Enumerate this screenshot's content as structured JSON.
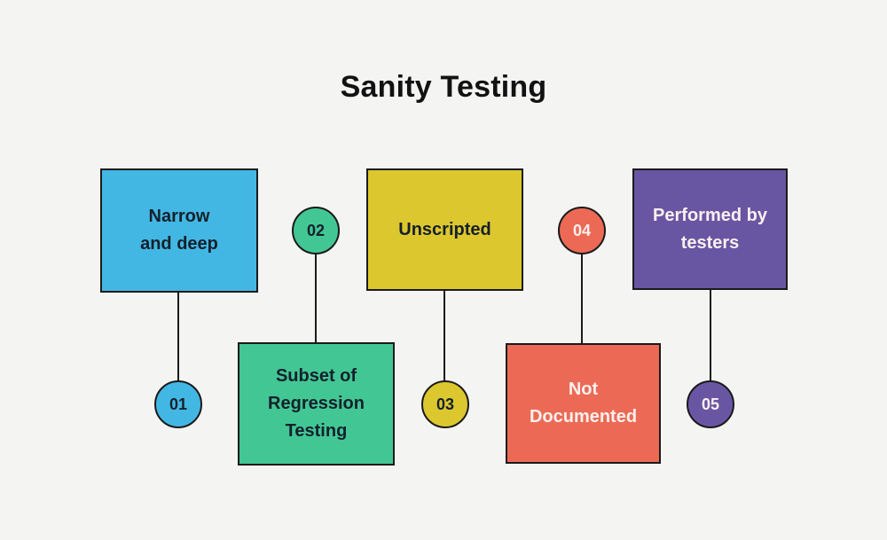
{
  "canvas": {
    "background_color": "#f4f4f3",
    "line_color": "#1a1a1a"
  },
  "title": {
    "text": "Sanity Testing",
    "color": "#121212"
  },
  "steps": [
    {
      "number": "01",
      "label": "Narrow\nand deep",
      "fill": "#43b7e3",
      "text_color": "#14202c"
    },
    {
      "number": "02",
      "label": "Subset of\nRegression\nTesting",
      "fill": "#42c794",
      "text_color": "#14202c"
    },
    {
      "number": "03",
      "label": "Unscripted",
      "fill": "#ddc72e",
      "text_color": "#14202c"
    },
    {
      "number": "04",
      "label": "Not\nDocumented",
      "fill": "#ec6a55",
      "text_color": "#f8f1ee"
    },
    {
      "number": "05",
      "label": "Performed by\ntesters",
      "fill": "#6956a3",
      "text_color": "#f8f1ee"
    }
  ]
}
